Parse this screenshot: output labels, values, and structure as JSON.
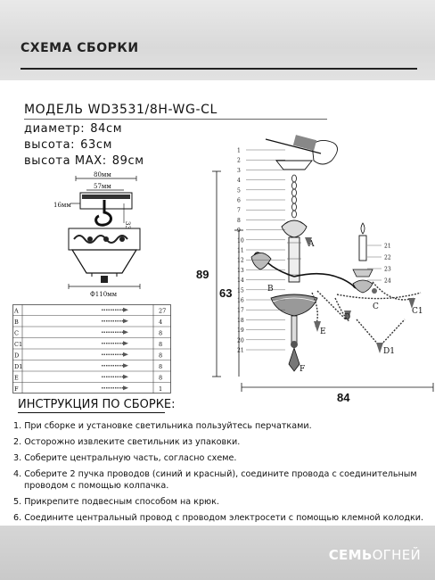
{
  "header": {
    "title": "СХЕМА СБОРКИ"
  },
  "specs": {
    "model": "МОДЕЛЬ WD3531/8H-WG-CL",
    "diameter_label": "диаметр:",
    "diameter_value": "84см",
    "height_label": "высота:",
    "height_value": "63см",
    "height_max_label": "высота MAX:",
    "height_max_value": "89см"
  },
  "mount": {
    "w_outer": "80мм",
    "w_inner": "57мм",
    "h_left": "16мм",
    "h_right": "33мм",
    "diam": "Ф110мм"
  },
  "parts": [
    {
      "letter": "A",
      "qty": "27"
    },
    {
      "letter": "B",
      "qty": "4"
    },
    {
      "letter": "C",
      "qty": "8"
    },
    {
      "letter": "C1",
      "qty": "8"
    },
    {
      "letter": "D",
      "qty": "8"
    },
    {
      "letter": "D1",
      "qty": "8"
    },
    {
      "letter": "E",
      "qty": "8"
    },
    {
      "letter": "F",
      "qty": "1"
    }
  ],
  "dims": {
    "max_height": "89",
    "height": "63",
    "width": "84"
  },
  "callouts_left": [
    "1",
    "2",
    "3",
    "4",
    "5",
    "6",
    "7",
    "8",
    "9",
    "10",
    "11",
    "12",
    "13",
    "14",
    "15",
    "16",
    "17",
    "18",
    "19",
    "20",
    "21"
  ],
  "callouts_right": [
    "21",
    "22",
    "23",
    "24"
  ],
  "crystal_labels": {
    "a": "A",
    "b": "B",
    "c": "C",
    "c1": "C1",
    "d": "D",
    "d1": "D1",
    "e": "E",
    "f": "F"
  },
  "instructions": {
    "title": "ИНСТРУКЦИЯ ПО СБОРКЕ:",
    "steps": [
      "1. При сборке и установке светильника пользуйтесь перчатками.",
      "2. Осторожно извлеките светильник из упаковки.",
      "3. Соберите центральную часть, согласно схеме.",
      "4. Соберите 2 пучка проводов (синий и красный), соедините провода с соединительным",
      "проводом с помощью колпачка.",
      "5. Прикрепите подвесным способом  на крюк.",
      "6. Соедините центральный провод с проводом электросети с помощью клемной колодки."
    ]
  },
  "footer": {
    "brand_bold": "СЕМЬ",
    "brand_rest": "ОГНЕЙ"
  }
}
